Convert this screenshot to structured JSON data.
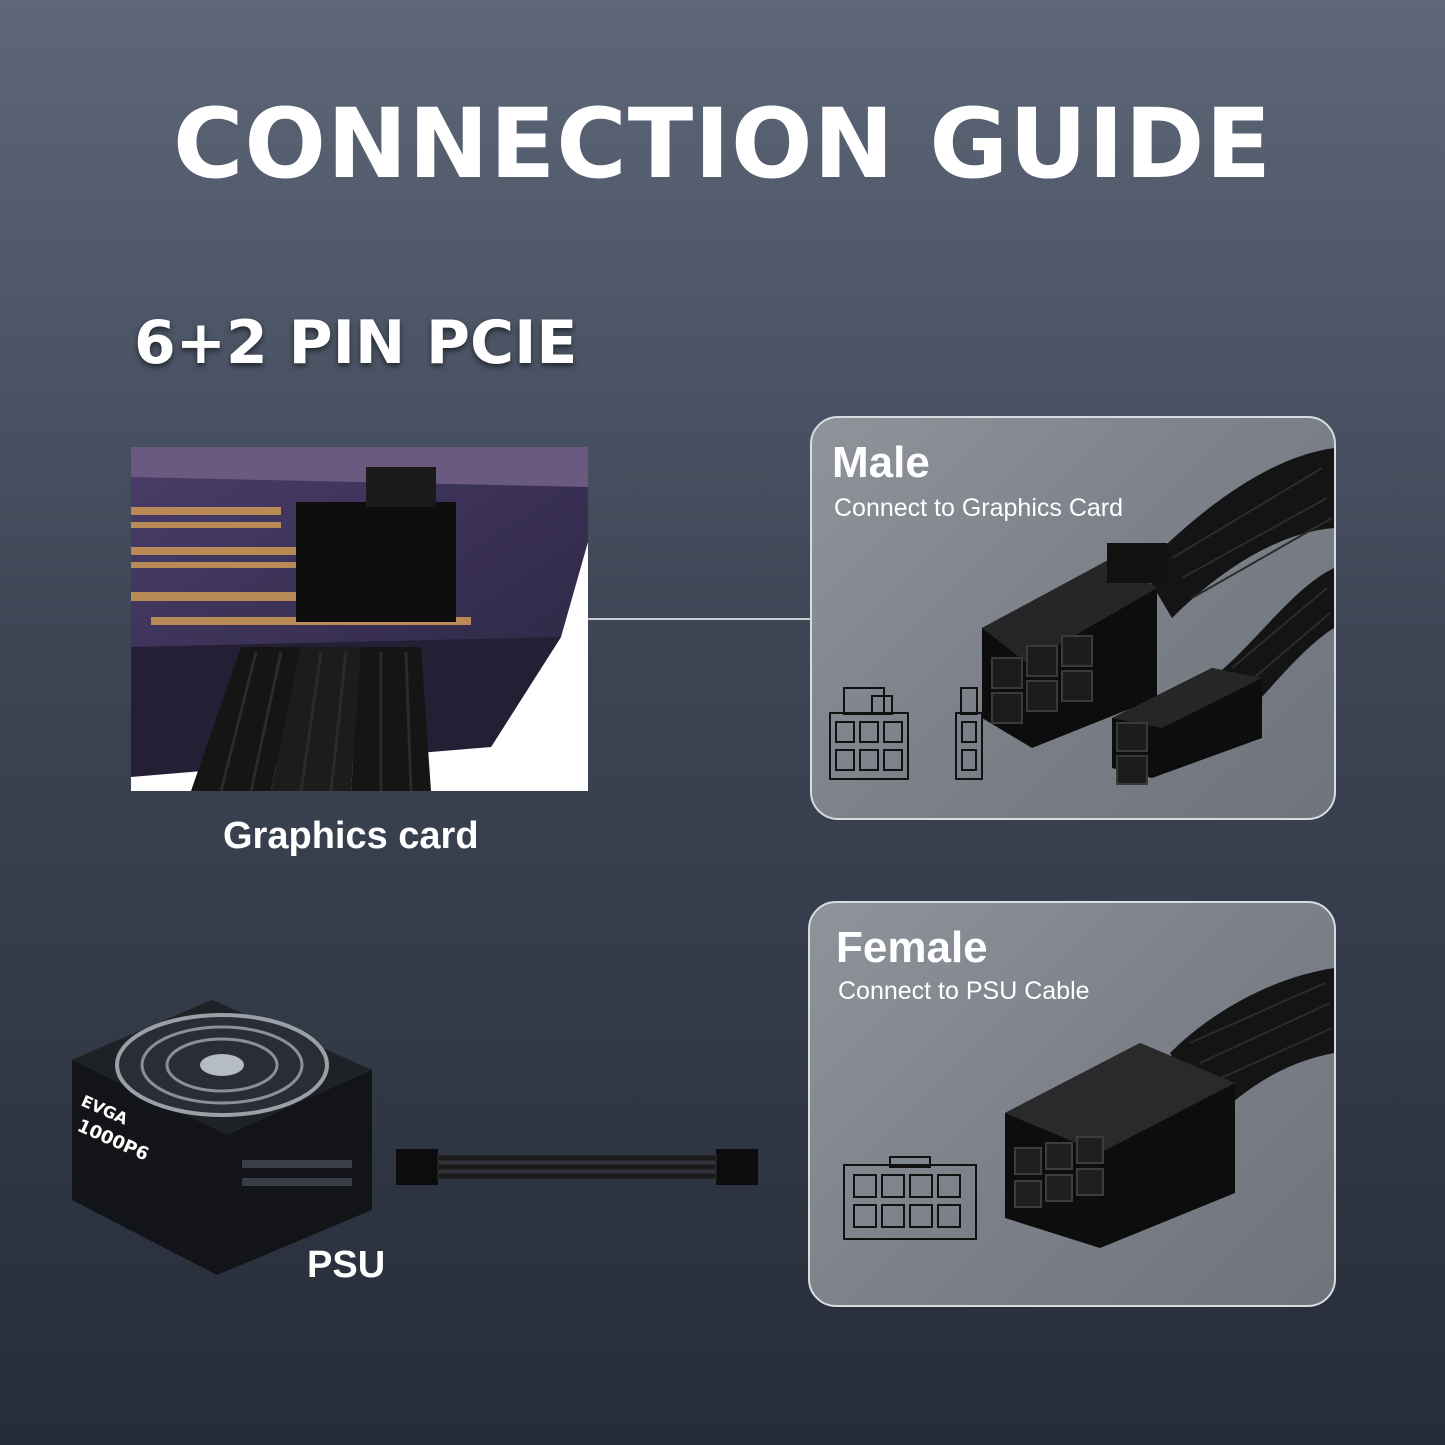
{
  "title": "CONNECTION GUIDE",
  "subtitle": "6+2 PIN PCIE",
  "graphics_card": {
    "caption": "Graphics card"
  },
  "psu": {
    "caption": "PSU",
    "brand": "EVGA",
    "model": "1000P6"
  },
  "male_card": {
    "title": "Male",
    "subtitle": "Connect to Graphics Card"
  },
  "female_card": {
    "title": "Female",
    "subtitle": "Connect to PSU Cable"
  },
  "colors": {
    "card_border": "#d8dbe0",
    "connector": "#111111",
    "background_top": "#5d6778",
    "background_bottom": "#262c38"
  }
}
